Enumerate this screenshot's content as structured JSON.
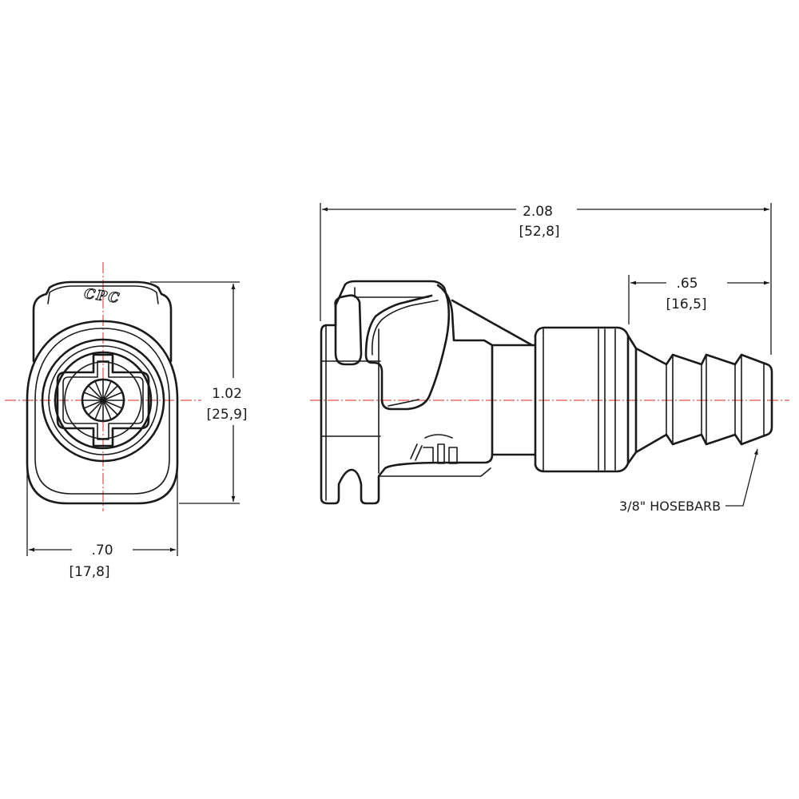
{
  "colors": {
    "line": "#1a1a1a",
    "centerline": "#d42a2a",
    "background": "#ffffff"
  },
  "dimensions": {
    "overall_length": {
      "inch": "2.08",
      "mm": "[52,8]"
    },
    "barb_length": {
      "inch": ".65",
      "mm": "[16,5]"
    },
    "height": {
      "inch": "1.02",
      "mm": "[25,9]"
    },
    "width": {
      "inch": ".70",
      "mm": "[17,8]"
    }
  },
  "callout": {
    "label": "3/8\" HOSEBARB"
  },
  "logo": {
    "text": "CPC"
  }
}
